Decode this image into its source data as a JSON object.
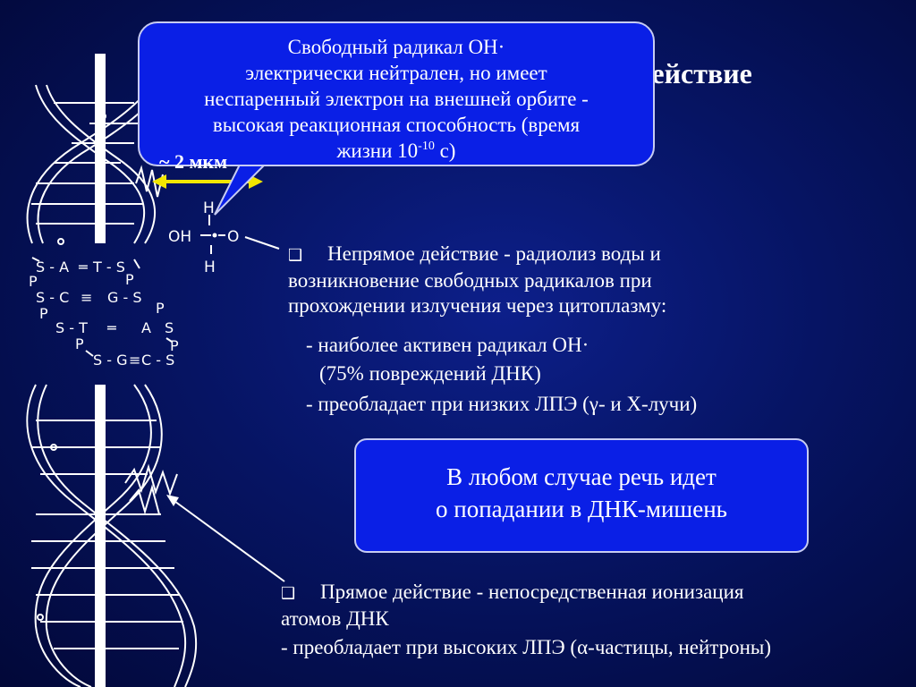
{
  "title": "е действие",
  "callout": {
    "line1": "Свободный радикал OH",
    "line2": "электрически нейтрален, но имеет",
    "line3": "неспаренный электрон на внешней орбите -",
    "line4": "высокая реакционная способность (время",
    "line5_prefix": "жизни 10",
    "line5_sup": "-10",
    "line5_suffix": " с)"
  },
  "distance_label": "~ 2 мкм",
  "diagram": {
    "oh": "OH",
    "h_top": "H",
    "o": "O",
    "h_bottom": "H",
    "base_pairs": [
      {
        "left": "S - A",
        "bond": "═",
        "right": "T - S"
      },
      {
        "left": "S - C",
        "bond": "≡",
        "right": "G - S"
      },
      {
        "left": "S - T",
        "bond": "═",
        "right": "A"
      },
      {
        "left": "S - G",
        "bond": "≡",
        "right": "C - S"
      }
    ],
    "phosphate": "P",
    "side_s": "S"
  },
  "indirect": {
    "bullet": "❑",
    "line1": "Непрямое действие - радиолиз воды и",
    "line2": "возникновение свободных радикалов при",
    "line3": "прохождении излучения через цитоплазму:"
  },
  "indirect_sub": {
    "line1": "- наиболее активен радикал OH",
    "line2": "(75% повреждений ДНК)",
    "line3_prefix": "- преобладает при низких ЛПЭ (",
    "line3_greek": "γ",
    "line3_suffix": "- и Х-лучи)"
  },
  "target_box": {
    "line1": "В любом случае речь идет",
    "line2": "о попадании в ДНК-мишень"
  },
  "direct": {
    "bullet": "❑",
    "line1": "Прямое действие - непосредственная ионизация",
    "line2": "атомов ДНК",
    "sub_prefix": " - преобладает при высоких ЛПЭ (",
    "sub_greek": "α",
    "sub_suffix": "-частицы, нейтроны)"
  },
  "colors": {
    "background": "#061463",
    "box_fill": "#0a1fe6",
    "box_border": "#c7ccf2",
    "arrow": "#f2e600",
    "text": "#ffffff"
  }
}
